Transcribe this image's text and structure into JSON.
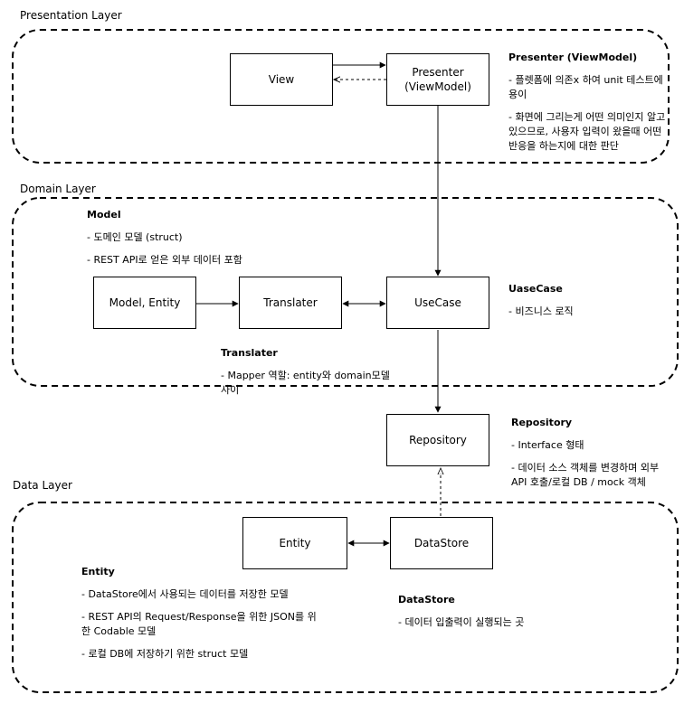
{
  "layers": {
    "presentation": "Presentation Layer",
    "domain": "Domain Layer",
    "data": "Data Layer"
  },
  "nodes": {
    "view": "View",
    "presenter": "Presenter\n(ViewModel)",
    "model_entity": "Model, Entity",
    "translater": "Translater",
    "usecase": "UseCase",
    "repository": "Repository",
    "entity": "Entity",
    "datastore": "DataStore"
  },
  "notes": {
    "presenter": {
      "title": "Presenter (ViewModel)",
      "items": [
        "- 플렛폼에 의존x 하여 unit 테스트에 용이",
        "- 화면에 그리는게 어떤 의미인지 알고 있으므로, 사용자 입력이 왔을때 어떤 반응을 하는지에 대한 판단"
      ]
    },
    "model": {
      "title": "Model",
      "items": [
        "- 도메인 모델 (struct)",
        "- REST API로 얻은 외부 데이터 포함"
      ]
    },
    "usecase": {
      "title": "UaseCase",
      "items": [
        "- 비즈니스 로직"
      ]
    },
    "translater": {
      "title": "Translater",
      "items": [
        "- Mapper 역할: entity와 domain모델 사이"
      ]
    },
    "repository": {
      "title": "Repository",
      "items": [
        "- Interface 형태",
        "- 데이터 소스 객체를 변경하며 외부 API 호출/로컬 DB / mock 객체"
      ]
    },
    "entity": {
      "title": "Entity",
      "items": [
        "- DataStore에서 사용되는 데이터를 저장한 모델",
        "- REST API의 Request/Response을 위한 JSON를 위한 Codable 모델",
        "- 로컬 DB에 저장하기 위한 struct 모델"
      ]
    },
    "datastore": {
      "title": "DataStore",
      "items": [
        "- 데이터 입출력이 실행되는 곳"
      ]
    }
  }
}
